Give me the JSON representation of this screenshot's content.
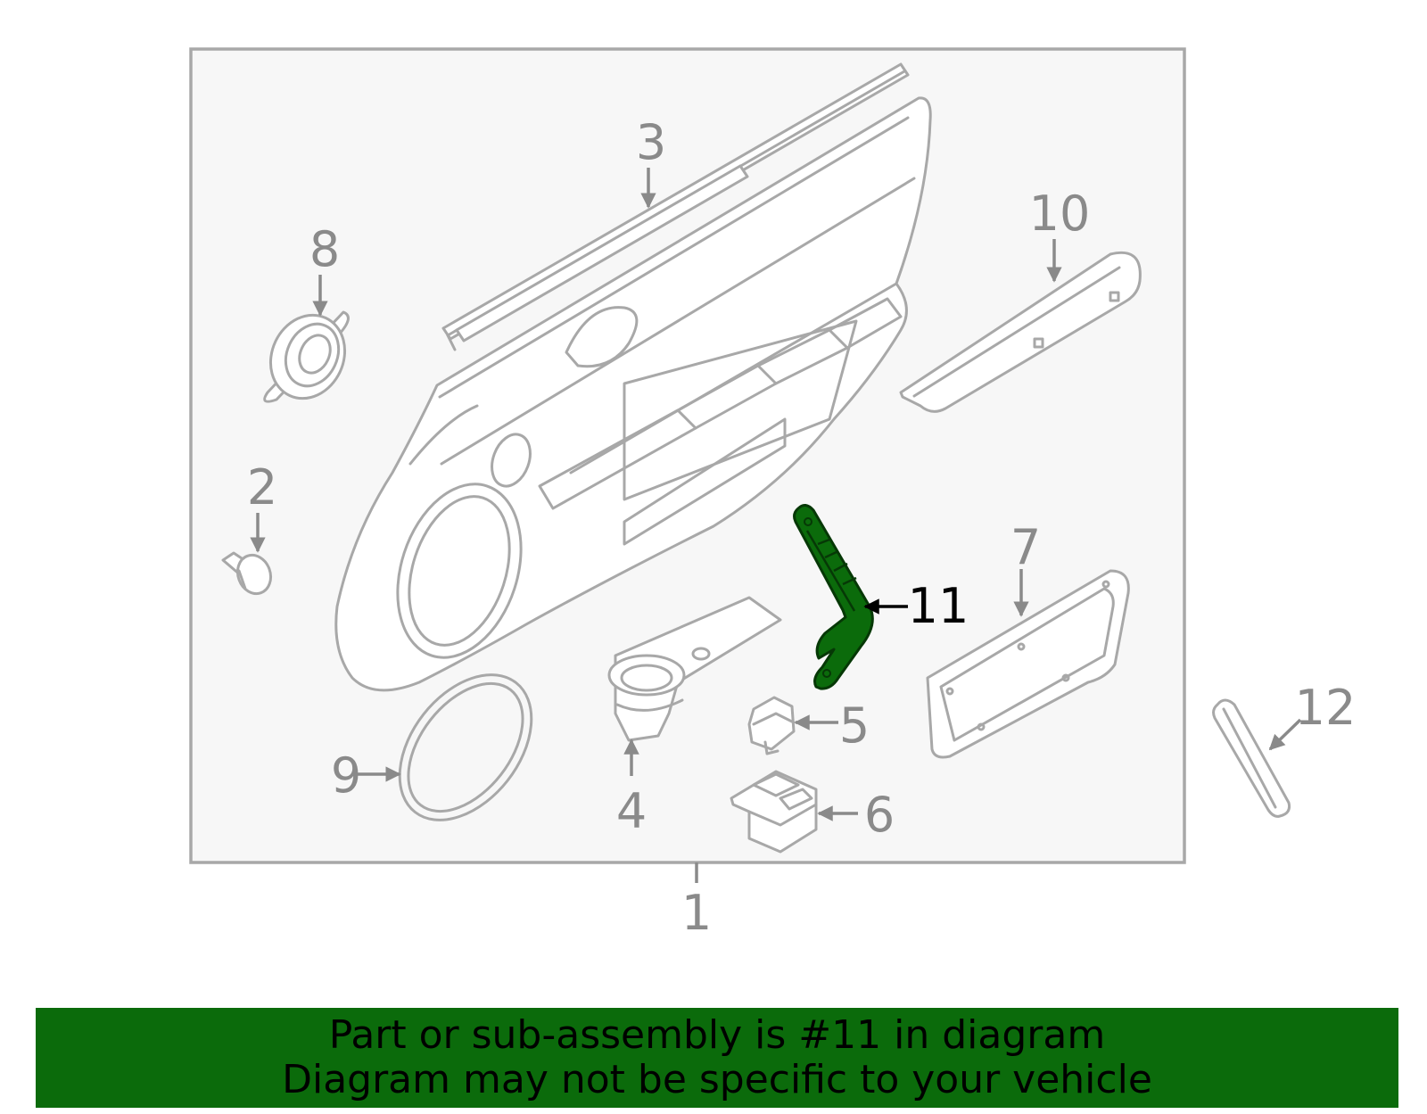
{
  "diagram": {
    "highlight_color": "#0b6b0b",
    "highlighted_part": "11",
    "labels": [
      "1",
      "2",
      "3",
      "4",
      "5",
      "6",
      "7",
      "8",
      "9",
      "10",
      "11",
      "12"
    ]
  },
  "banner": {
    "line1": "Part or sub-assembly is #11 in diagram",
    "line2": "Diagram may not be specific to your vehicle",
    "background": "#0b6b0b"
  }
}
